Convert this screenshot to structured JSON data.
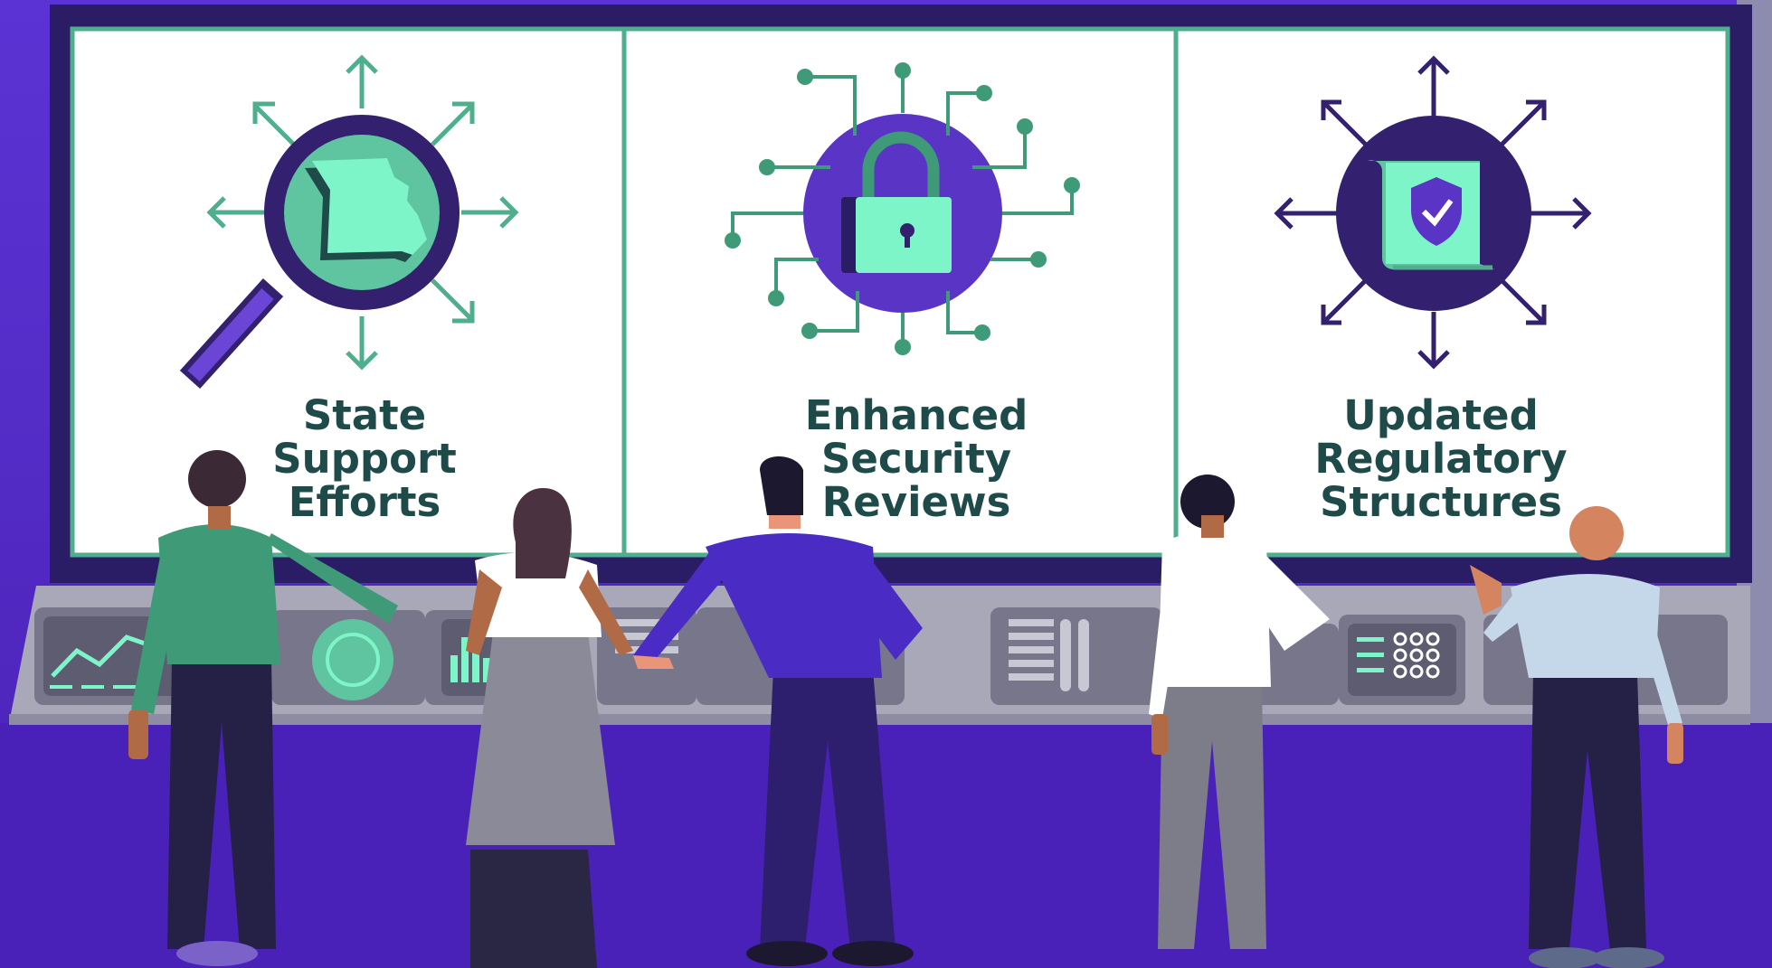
{
  "panels": [
    {
      "icon": "magnifier-state-map-icon",
      "lines": [
        "State",
        "Support",
        "Efforts"
      ]
    },
    {
      "icon": "circuit-lock-icon",
      "lines": [
        "Enhanced",
        "Security",
        "Reviews"
      ]
    },
    {
      "icon": "scroll-shield-icon",
      "lines": [
        "Updated",
        "Regulatory",
        "Structures"
      ]
    }
  ],
  "colors": {
    "background_purple": "#5a2fcf",
    "floor_purple": "#4a21b8",
    "bezel_dark": "#2a1d66",
    "screen_white": "#ffffff",
    "screen_border_green": "#4fae8c",
    "label_text": "#1f4a4a",
    "icon_mint": "#7ef5c9",
    "icon_dark_purple": "#33206e",
    "console_grey": "#a9a8b8"
  },
  "people": [
    "person-green-sweater",
    "person-grey-skirt",
    "person-purple-shirt",
    "person-white-shirt",
    "person-light-blue-top"
  ]
}
